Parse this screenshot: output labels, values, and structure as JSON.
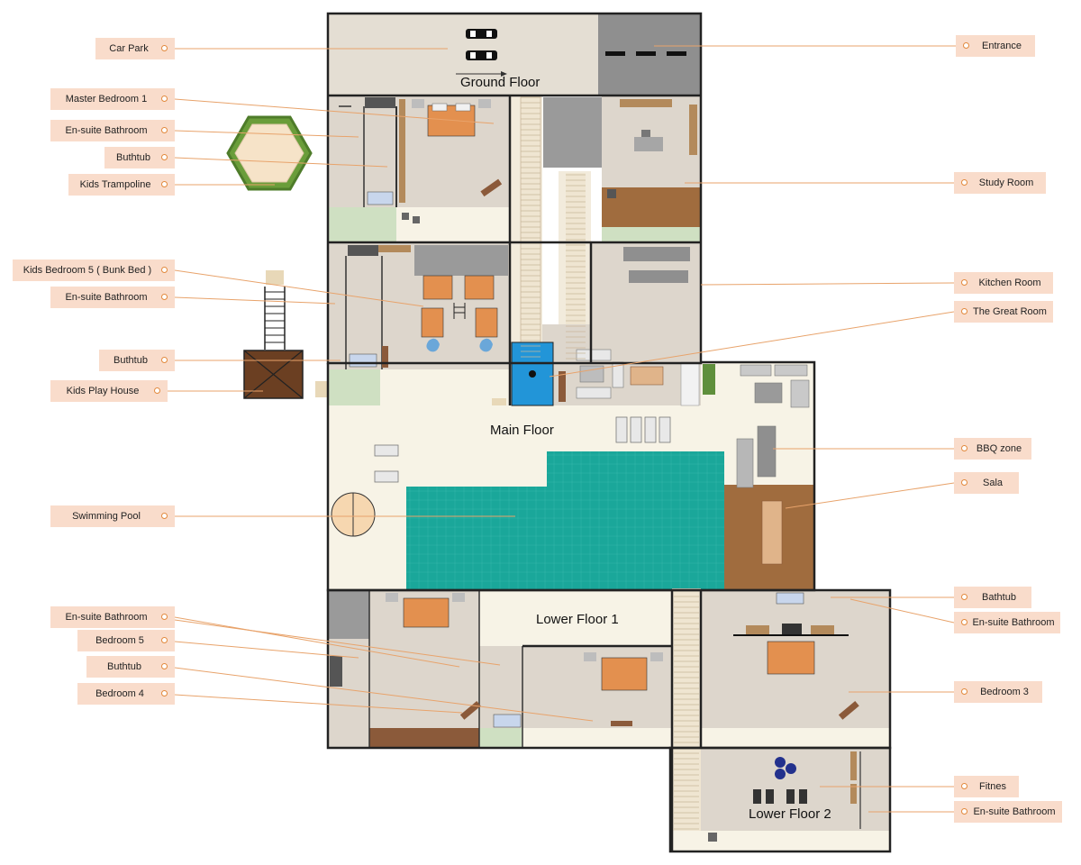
{
  "floors": {
    "ground": "Ground Floor",
    "main": "Main Floor",
    "lower1": "Lower Floor 1",
    "lower2": "Lower Floor 2"
  },
  "labels": {
    "car_park": "Car Park",
    "master_bedroom_1": "Master Bedroom 1",
    "ensuite_bathroom_1": "En-suite Bathroom",
    "buthtub_1": "Buthtub",
    "kids_trampoline": "Kids Trampoline",
    "kids_bedroom_5": "Kids Bedroom 5 ( Bunk Bed )",
    "ensuite_bathroom_2": "En-suite Bathroom",
    "buthtub_2": "Buthtub",
    "kids_play_house": "Kids Play House",
    "swimming_pool": "Swimming Pool",
    "ensuite_bathroom_3": "En-suite Bathroom",
    "bedroom_5": "Bedroom 5",
    "buthtub_3": "Buthtub",
    "bedroom_4": "Bedroom 4",
    "entrance": "Entrance",
    "study_room": "Study Room",
    "kitchen_room": "Kitchen Room",
    "great_room": "The Great Room",
    "bbq_zone": "BBQ zone",
    "sala": "Sala",
    "bathtub_right": "Bathtub",
    "ensuite_bathroom_4": "En-suite Bathroom",
    "bedroom_3": "Bedroom 3",
    "fitnes": "Fitnes",
    "ensuite_bathroom_5": "En-suite Bathroom"
  },
  "colors": {
    "label_bg": "#f9dccb",
    "leader_line": "#e8a36b",
    "floor": "#ddd6cc",
    "wall": "#222222",
    "pool": "#1aa79a",
    "deck_wood": "#a06c3e",
    "courtyard": "#f7f3e6",
    "garden": "#cfe0c2",
    "road": "#8f8f8f",
    "bed": "#e3904f"
  }
}
